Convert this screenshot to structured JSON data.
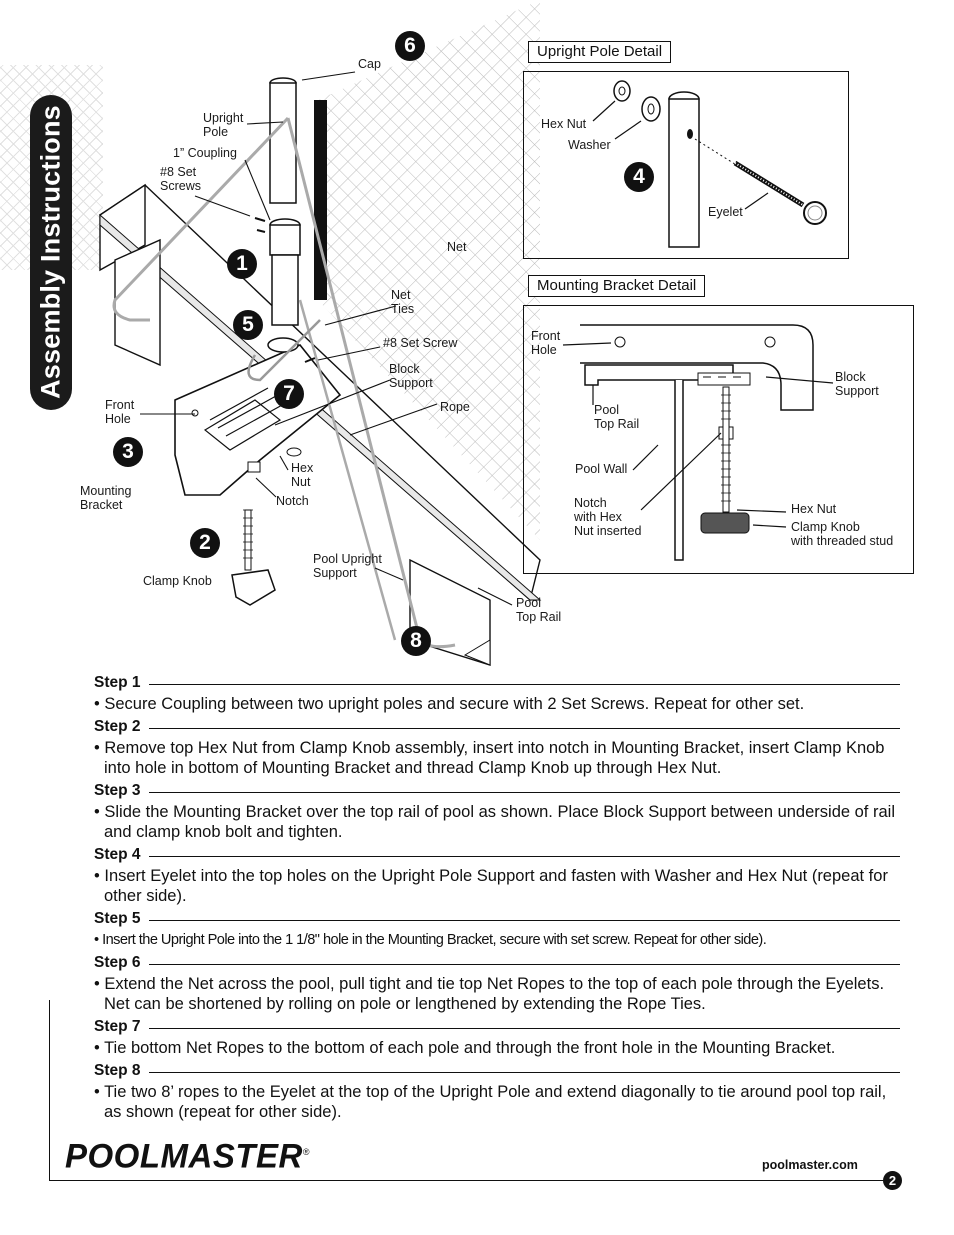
{
  "sidebar": {
    "title": "Assembly Instructions"
  },
  "labels": {
    "cap": "Cap",
    "upright_pole": "Upright\nPole",
    "coupling": "1” Coupling",
    "set_screws": "#8 Set\nScrews",
    "net": "Net",
    "net_ties": "Net\nTies",
    "set_screw": "#8 Set Screw",
    "block_support": "Block\nSupport",
    "rope": "Rope",
    "front_hole": "Front\nHole",
    "hex_nut": "Hex\nNut",
    "notch": "Notch",
    "mounting_bracket": "Mounting\nBracket",
    "clamp_knob": "Clamp Knob",
    "pool_upright_support": "Pool Upright\nSupport",
    "pool_top_rail": "Pool\nTop Rail"
  },
  "upright_detail": {
    "title": "Upright Pole Detail",
    "hex_nut": "Hex Nut",
    "washer": "Washer",
    "eyelet": "Eyelet"
  },
  "bracket_detail": {
    "title": "Mounting Bracket Detail",
    "front_hole": "Front\nHole",
    "block_support": "Block\nSupport",
    "pool_top_rail": "Pool\nTop Rail",
    "pool_wall": "Pool Wall",
    "notch": "Notch\nwith Hex\nNut inserted",
    "hex_nut": "Hex  Nut",
    "clamp_knob": "Clamp Knob\nwith threaded stud"
  },
  "badges": [
    "1",
    "2",
    "3",
    "4",
    "5",
    "6",
    "7",
    "8"
  ],
  "steps": [
    {
      "heading": "Step 1",
      "text": "• Secure Coupling between two upright poles and secure with 2 Set Screws. Repeat for other set."
    },
    {
      "heading": "Step 2",
      "text": "• Remove top Hex Nut from Clamp Knob assembly, insert into notch in Mounting Bracket, insert Clamp Knob into hole in bottom of Mounting Bracket and thread Clamp Knob up through Hex Nut."
    },
    {
      "heading": "Step 3",
      "text": "• Slide the Mounting Bracket over the top rail of pool as shown. Place Block Support between underside of rail and clamp knob bolt and tighten."
    },
    {
      "heading": "Step 4",
      "text": "• Insert Eyelet into the top holes on the Upright Pole Support and fasten with Washer and Hex Nut (repeat for other side)."
    },
    {
      "heading": "Step 5",
      "text": "• Insert the Upright Pole into the 1 1/8\" hole in the Mounting Bracket, secure with set screw. Repeat for other side)."
    },
    {
      "heading": "Step 6",
      "text": "• Extend the Net across the pool, pull tight and tie top Net Ropes to the top of each pole through the Eyelets. Net can be shortened by rolling on pole or lengthened by extending the Rope Ties."
    },
    {
      "heading": "Step 7",
      "text": "• Tie bottom Net Ropes to the bottom of each pole and through the front hole in the Mounting Bracket."
    },
    {
      "heading": "Step 8",
      "text": "• Tie two 8’ ropes to the Eyelet at the top of the Upright Pole and extend diagonally to tie around pool top rail, as shown (repeat for other side)."
    }
  ],
  "footer": {
    "brand": "POOLMASTER",
    "reg_mark": "®",
    "website": "poolmaster.com",
    "page_number": "2"
  }
}
